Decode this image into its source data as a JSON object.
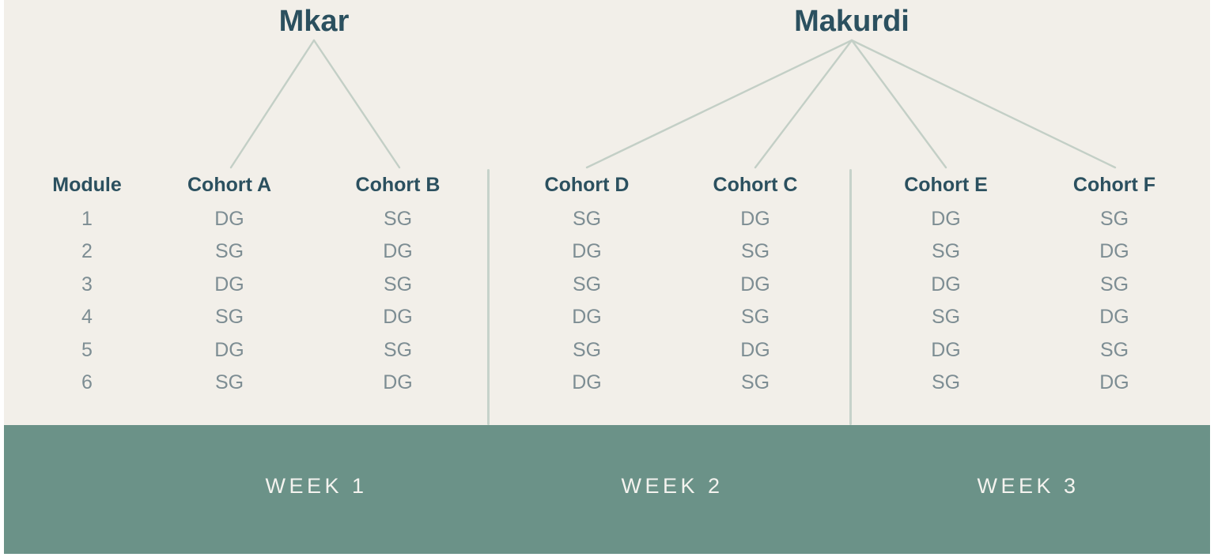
{
  "sites": [
    {
      "name": "Mkar",
      "cohorts": [
        "Cohort A",
        "Cohort B"
      ]
    },
    {
      "name": "Makurdi",
      "cohorts": [
        "Cohort D",
        "Cohort C",
        "Cohort E",
        "Cohort F"
      ]
    }
  ],
  "table": {
    "module_header": "Module",
    "modules": [
      "1",
      "2",
      "3",
      "4",
      "5",
      "6"
    ],
    "columns": [
      {
        "header": "Cohort A",
        "values": [
          "DG",
          "SG",
          "DG",
          "SG",
          "DG",
          "SG"
        ]
      },
      {
        "header": "Cohort B",
        "values": [
          "SG",
          "DG",
          "SG",
          "DG",
          "SG",
          "DG"
        ]
      },
      {
        "header": "Cohort D",
        "values": [
          "SG",
          "DG",
          "SG",
          "DG",
          "SG",
          "DG"
        ]
      },
      {
        "header": "Cohort C",
        "values": [
          "DG",
          "SG",
          "DG",
          "SG",
          "DG",
          "SG"
        ]
      },
      {
        "header": "Cohort E",
        "values": [
          "DG",
          "SG",
          "DG",
          "SG",
          "DG",
          "SG"
        ]
      },
      {
        "header": "Cohort F",
        "values": [
          "SG",
          "DG",
          "SG",
          "DG",
          "SG",
          "DG"
        ]
      }
    ]
  },
  "weeks": [
    "WEEK 1",
    "WEEK 2",
    "WEEK 3"
  ],
  "colors": {
    "panel_bg": "#f2efe9",
    "band_bg": "#6b9288",
    "heading": "#2b505f",
    "cell_text": "#7d8d93",
    "connector": "#c3cfc6",
    "divider": "#c6d2ca",
    "week_text": "#f4f3ef"
  }
}
